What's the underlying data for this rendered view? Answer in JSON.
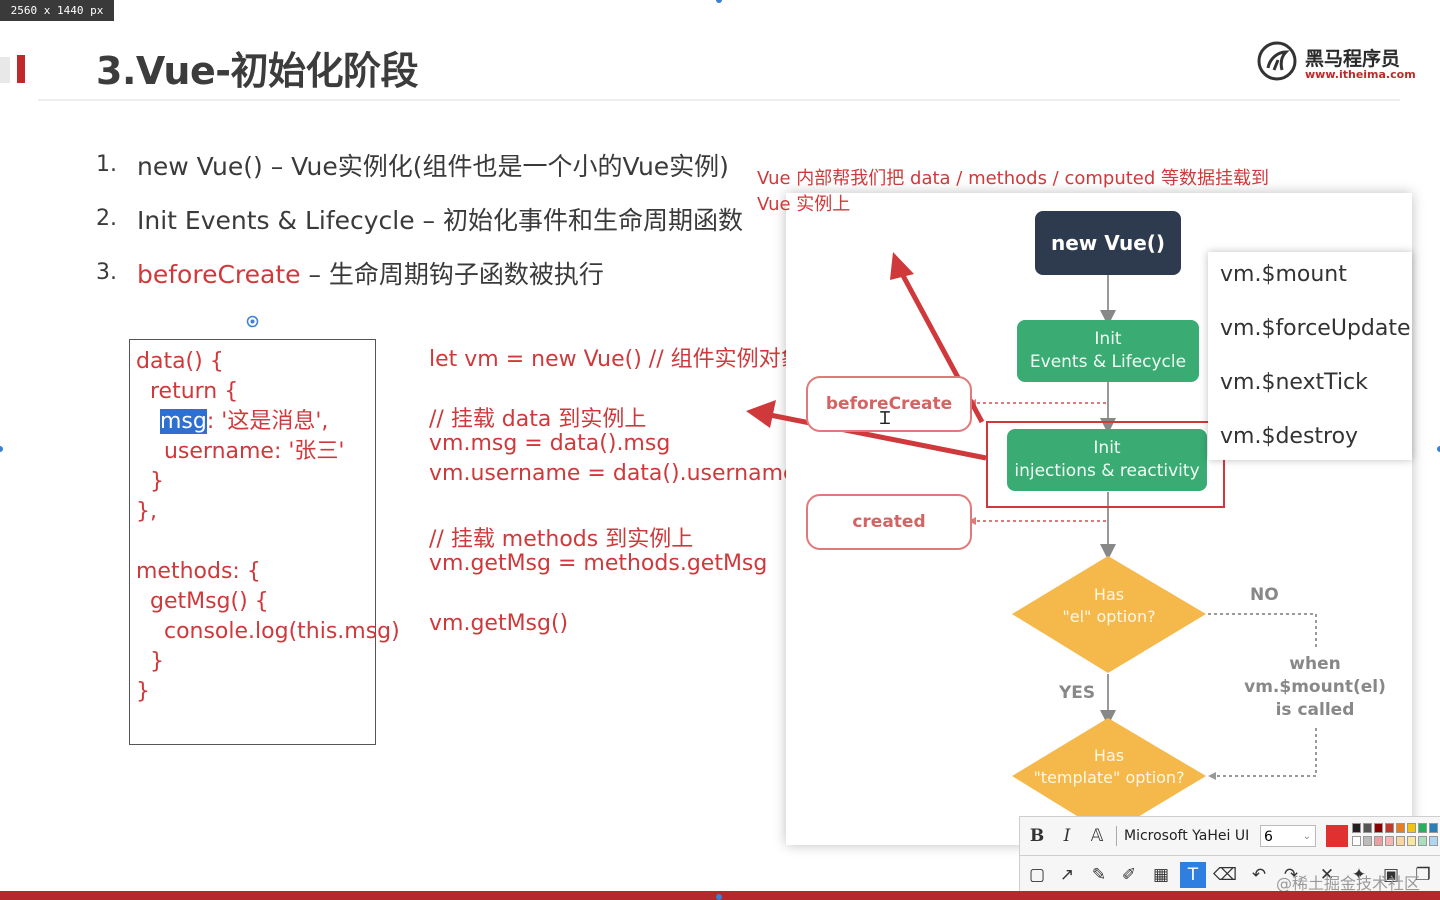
{
  "screen_size_label": "2560 x 1440  px",
  "slide": {
    "title": "3.Vue-初始化阶段",
    "logo": {
      "cn": "黑马程序员",
      "url": "www.itheima.com"
    },
    "list": [
      {
        "num": "1.",
        "text": "new Vue() – Vue实例化(组件也是一个小的Vue实例)"
      },
      {
        "num": "2.",
        "text": "Init Events & Lifecycle – 初始化事件和生命周期函数"
      },
      {
        "num": "3.",
        "text_red": "beforeCreate",
        "text_rest": " – 生命周期钩子函数被执行"
      }
    ],
    "code_box": {
      "line1": "data() {",
      "line2": "  return {",
      "line3_sel": "msg",
      "line3_rest": ": '这是消息',",
      "line4": "    username: '张三'",
      "line5": "  }",
      "line6": "},",
      "line7": "methods: {",
      "line8": "  getMsg() {",
      "line9": "    console.log(this.msg)",
      "line10": "  }",
      "line11": "}"
    },
    "right_code": [
      "let vm = new Vue() // 组件实例对象",
      "// 挂载 data 到实例上",
      "vm.msg = data().msg",
      "vm.username = data().username",
      "// 挂载 methods 到实例上",
      "vm.getMsg = methods.getMsg",
      "vm.getMsg()"
    ],
    "note_line1": "Vue 内部帮我们把 data / methods / computed 等数据挂载到",
    "note_line2": "Vue 实例上"
  },
  "diagram": {
    "new_vue": "new Vue()",
    "init1_a": "Init",
    "init1_b": "Events & Lifecycle",
    "init2_a": "Init",
    "init2_b": "injections & reactivity",
    "before_create": "beforeCreate",
    "created": "created",
    "d1_a": "Has",
    "d1_b": "\"el\" option?",
    "d2_a": "Has",
    "d2_b": "\"template\" option?",
    "no": "NO",
    "yes": "YES",
    "when_a": "when",
    "when_b": "vm.$mount(el)",
    "when_c": "is called",
    "menu": [
      "vm.$mount",
      "vm.$forceUpdate",
      "vm.$nextTick",
      "vm.$destroy"
    ]
  },
  "toolbar": {
    "bold": "B",
    "italic": "I",
    "font_name": "Microsoft YaHei UI",
    "font_size": "6",
    "palette": [
      "#222222",
      "#555555",
      "#8b0000",
      "#c0392b",
      "#e67e22",
      "#f1c40f",
      "#27ae60",
      "#2980b9",
      "#ffffff",
      "#bbbbbb",
      "#e8a0a0",
      "#f5b7b1",
      "#fad7a0",
      "#f9e79f",
      "#a9dfbf",
      "#aed6f1"
    ]
  },
  "watermark": "@稀土掘金技术社区",
  "colors": {
    "accent_red": "#d0393b",
    "green": "#3aab73",
    "orange": "#f5b84a",
    "dark": "#2e3b4e"
  }
}
